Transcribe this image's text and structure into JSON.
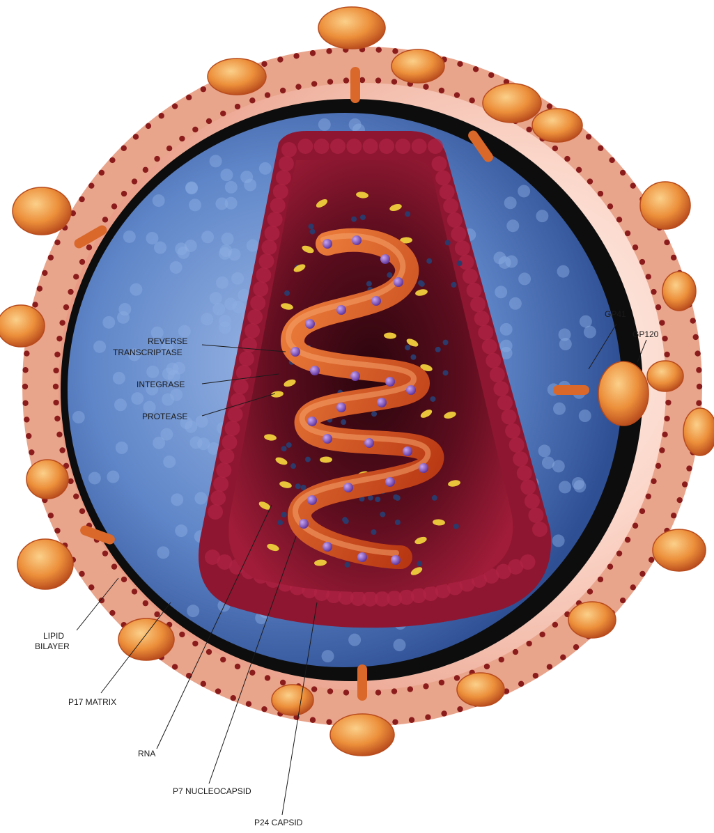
{
  "labels": {
    "reverse_transcriptase_1": "REVERSE",
    "reverse_transcriptase_2": "TRANSCRIPTASE",
    "integrase": "INTEGRASE",
    "protease": "PROTEASE",
    "gp41": "GP41",
    "gp120": "GP120",
    "lipid_bilayer_1": "LIPID",
    "lipid_bilayer_2": "BILAYER",
    "p17_matrix": "P17 MATRIX",
    "rna": "RNA",
    "p7_nucleocapsid": "P7 NUCLEOCAPSID",
    "p24_capsid": "P24 CAPSID"
  },
  "colors": {
    "background": "#ffffff",
    "envelope_outer": "#f3b8a8",
    "envelope_highlight": "#fde4dc",
    "membrane_band": "#e9a48c",
    "lipid_head": "#8b1c1c",
    "matrix_black": "#0d0d0d",
    "matrix_blue": "#5f86c8",
    "capsid_red": "#8e1630",
    "capsid_dark": "#3a0610",
    "rna_orange": "#d9501e",
    "enzyme_purple": "#7a4fb0",
    "protease_yellow": "#e8c53a",
    "knob_orange": "#e98a3c"
  }
}
